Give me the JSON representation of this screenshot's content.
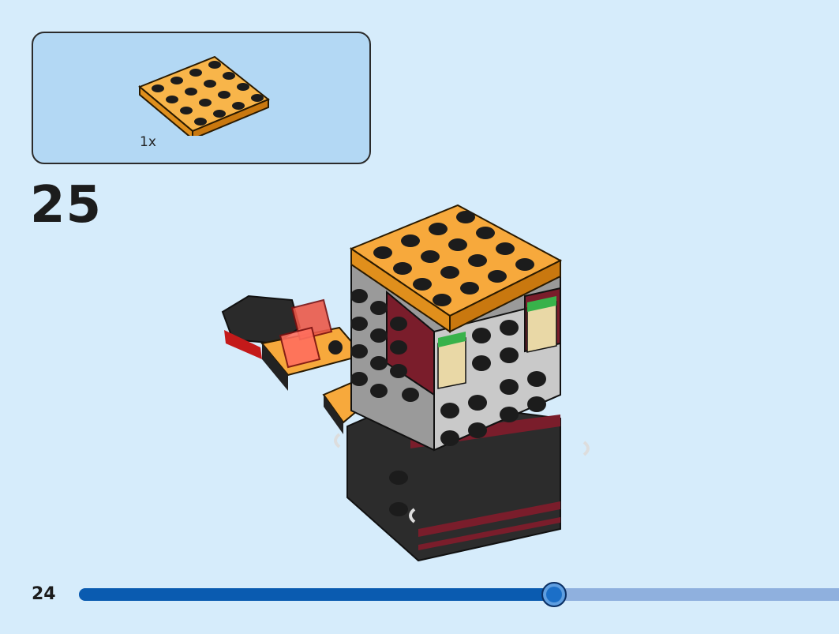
{
  "instructions": {
    "parts_callout": {
      "quantity": "1x",
      "part_icon": "orange-4x4-plate-icon",
      "colors": {
        "part": "#f7a93c",
        "box_fill": "#b3d8f4"
      }
    },
    "step_number": "25",
    "model_icon": "brickheadz-build-model-icon"
  },
  "footer": {
    "page_number": "24",
    "progress": {
      "value": 0.625,
      "fill_color": "#0a5bb0",
      "track_color": "#8fb0de"
    }
  }
}
